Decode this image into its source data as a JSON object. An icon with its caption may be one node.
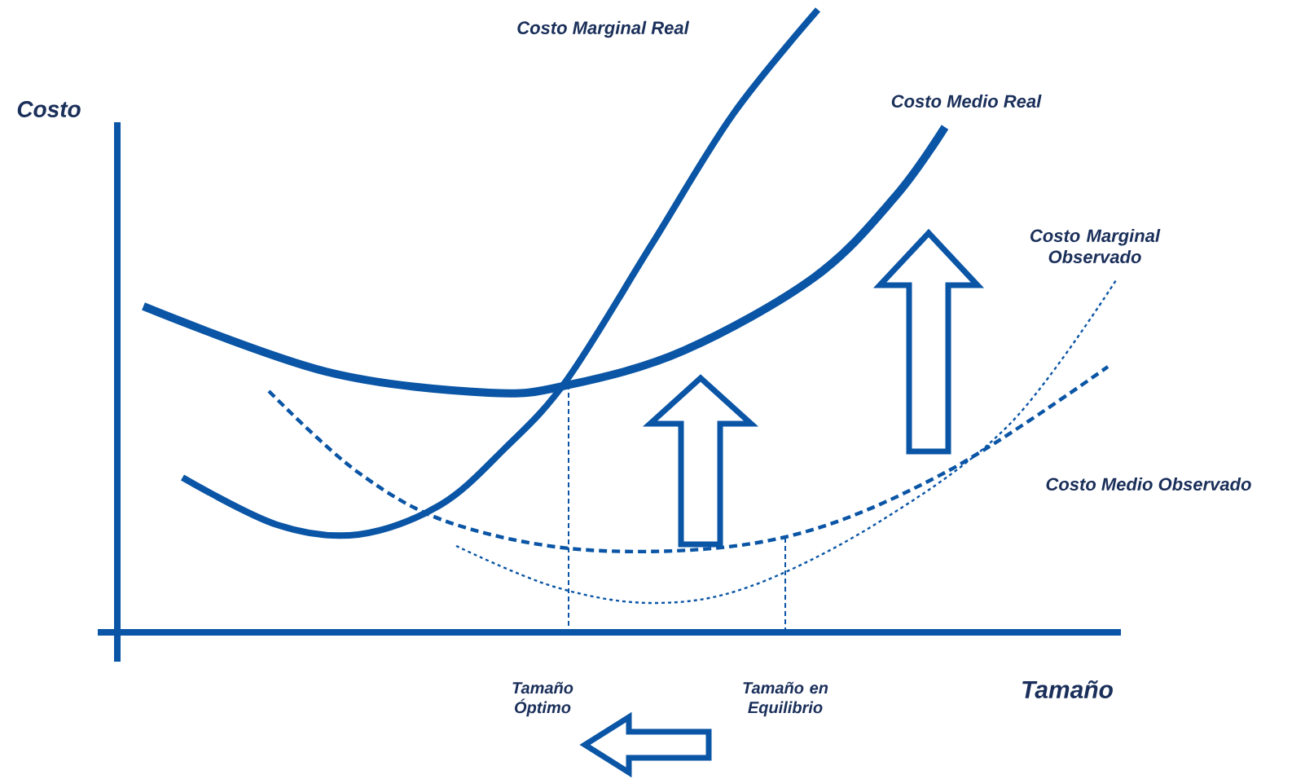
{
  "diagram": {
    "labels": [
      "Costo Marginal Real",
      "Costo",
      "Costo Medio Real",
      "Costo Marginal Observado",
      "Costo Medio Observado",
      "Tamaño Óptimo",
      "Tamaño en Equilibrio",
      "Tamaño"
    ]
  }
}
